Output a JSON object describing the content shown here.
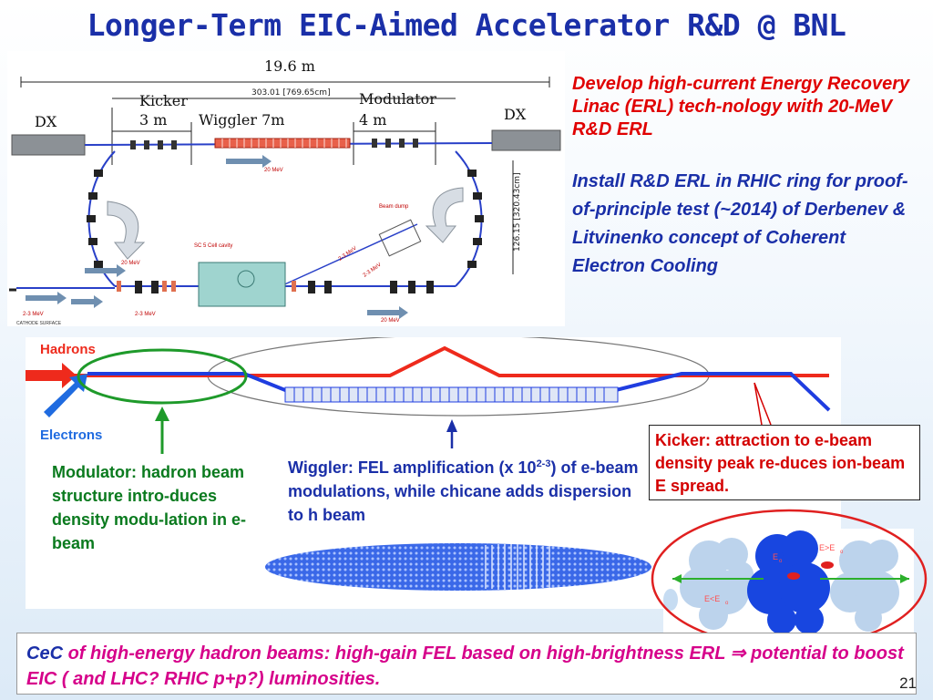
{
  "title": "Longer-Term EIC-Aimed Accelerator R&D @ BNL",
  "erl_schematic": {
    "total_length": "19.6 m",
    "inner_length": "303.01 [769.65cm]",
    "side_height": "126.15 [320.43cm]",
    "kicker": "Kicker",
    "kicker_len": "3 m",
    "wiggler": "Wiggler 7m",
    "modulator": "Modulator",
    "modulator_len": "4 m",
    "dx_left": "DX",
    "dx_right": "DX",
    "beam_dump": "Beam dump",
    "sc_cavity": "SC 5 Cell cavity",
    "cathode": "CATHODE SURFACE",
    "e20a": "20 MeV",
    "e20b": "20 MeV",
    "e20c": "20 MeV",
    "e23a": "2-3 MeV",
    "e23b": "2-3 MeV",
    "e23c": "2-3 MeV",
    "e23d": "2-3 MeV"
  },
  "bullets": {
    "red": "Develop high-current Energy Recovery Linac (ERL) tech-nology with 20-MeV R&D ERL",
    "blue": "Install R&D ERL in RHIC ring for proof-of-principle test (~2014) of Derbenev & Litvinenko concept of Coherent Electron Cooling"
  },
  "beam_diagram": {
    "hadrons_label": "Hadrons",
    "electrons_label": "Electrons"
  },
  "annotations": {
    "modulator": "Modulator: hadron beam structure intro-duces density modu-lation in e-beam",
    "wiggler_a": "Wiggler:  FEL amplification (x 10",
    "wiggler_sup": "2-3",
    "wiggler_b": ") of e-beam modulations, while chicane adds dispersion to h beam",
    "kicker": "Kicker:   attraction to e-beam density peak re-duces ion-beam E spread."
  },
  "clouds": {
    "e0": "E",
    "e_gt": "E>E",
    "e_lt": "E<E",
    "sub": "o"
  },
  "footer": {
    "cec": "CeC",
    "text_a": " of high-energy hadron beams: high-gain FEL based on high-brightness ERL ",
    "arrow": "⇒",
    "text_b": " potential to boost EIC ( and LHC? RHIC p+p?) luminosities."
  },
  "slide_number": "21",
  "colors": {
    "title_blue": "#1a2fa8",
    "bullet_red": "#e00000",
    "hadron_red": "#ee2a1c",
    "electron_blue": "#1f3de0",
    "annotation_green": "#0a7a1e",
    "footer_magenta": "#d6008a"
  }
}
